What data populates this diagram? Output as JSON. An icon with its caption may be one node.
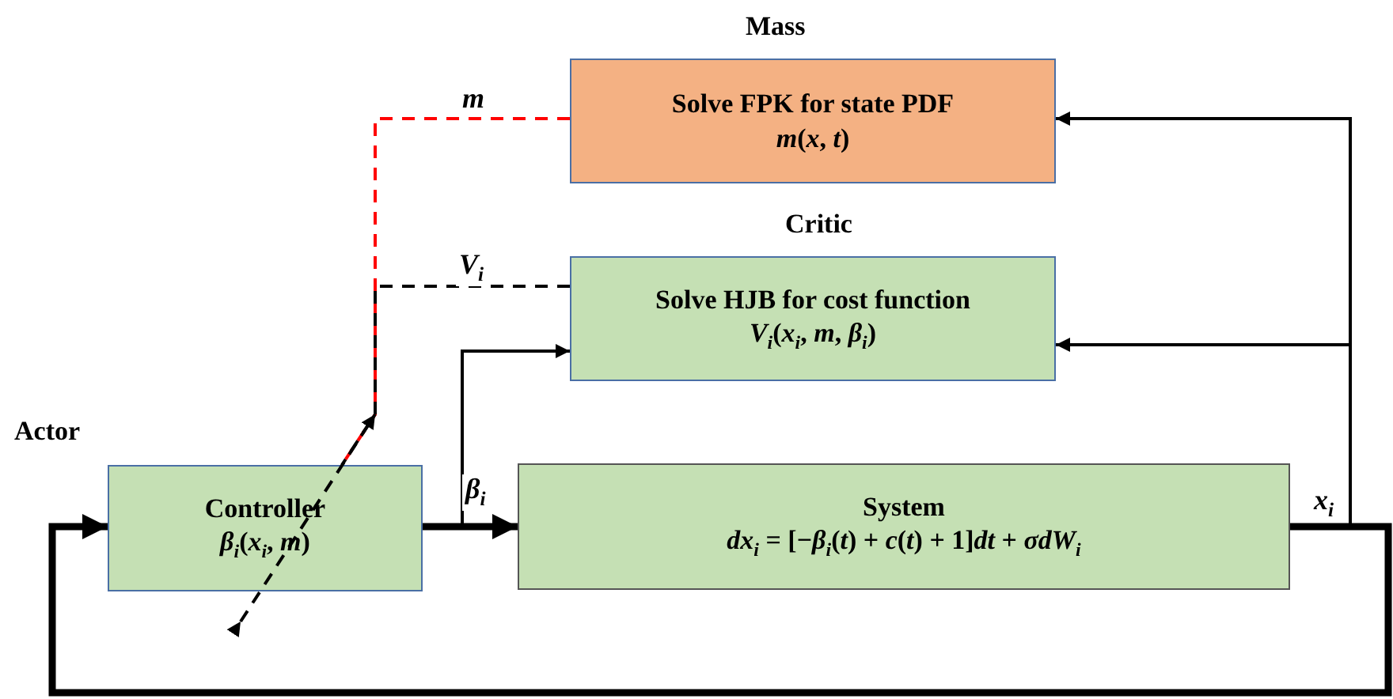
{
  "diagram": {
    "nodes": [
      {
        "text": [
          "Mass",
          "Solve FPK for state PDF",
          "*m*(*x*, *t*)"
        ]
      },
      {
        "text": [
          "Critic",
          "Solve HJB for cost function",
          "*V*$_{i}$(*x*$_{i}$, *m*, *β*$_{i}$)"
        ]
      },
      {
        "text": [
          "Actor",
          "Controller",
          "*β*$_{i}$(*x*$_{i}$, *m*)"
        ]
      },
      {
        "text": [
          "System",
          "*dx*$_{i}$ = [−*β*$_{i}$(*t*) + *c*(*t*) + 1]*dt* + *σdW*$_{i}$"
        ]
      }
    ],
    "edges": [
      {
        "from": 0,
        "to": 2,
        "arrow": "none",
        "label": "*m*",
        "style": "dashed",
        "color": "#ff0000"
      },
      {
        "from": 1,
        "to": 2,
        "arrow": "none",
        "label": "*V*$_{i}$",
        "style": "dashed"
      },
      {
        "from": 2,
        "to": 3,
        "arrow": "to",
        "label": "*β*$_{i}$",
        "style": "thick"
      },
      {
        "from": 2,
        "to": 1,
        "arrow": "to"
      },
      {
        "from": 3,
        "to": 2,
        "arrow": "to",
        "label": "*x*$_{i}$",
        "style": "thick"
      },
      {
        "from": 3,
        "to": 0,
        "arrow": "to"
      },
      {
        "from": 3,
        "to": 1,
        "arrow": "to"
      }
    ]
  }
}
